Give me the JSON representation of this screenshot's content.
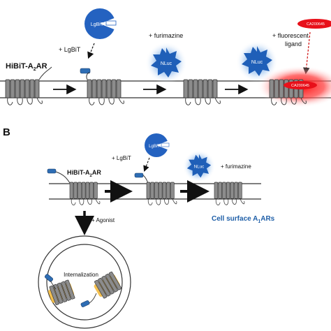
{
  "panel_a": {
    "hibit_label_main": "HiBiT-A",
    "hibit_label_sub": "2",
    "hibit_label_end": "AR",
    "lgbit_step": "+ LgBiT",
    "lgbit_label": "LgBiT",
    "furimazine_step": "+ furimazine",
    "nluc_label": "NLuc",
    "nluc_label_2": "NLuc",
    "fluor_step_line1": "+ fluorescent",
    "fluor_step_line2": "ligand",
    "ligand_tag": "CA200645",
    "ligand_tag_bound": "CA200645"
  },
  "panel_b": {
    "panel_letter": "B",
    "hibit_label_main": "HiBiT-A",
    "hibit_label_sub": "2",
    "hibit_label_end": "AR",
    "lgbit_step": "+ LgBiT",
    "lgbit_label": "LgBiT",
    "nluc_label": "NLuc",
    "furimazine_step": "+ furimazine",
    "surface_main": "Cell surface A",
    "surface_sub": "1",
    "surface_end": "ARs",
    "agonist_step": "+ Agonist",
    "internalization_label": "Internalization"
  },
  "colors": {
    "receptor": "#8c8c8c",
    "hibit_tag": "#2e6db4",
    "lgbit": "#2462c0",
    "nluc_core": "#1f5fb8",
    "nluc_glow": "#9fc4ef",
    "fluor_glow": "#ff2020",
    "internalized_highlight": "#f2b632",
    "accent_text": "#1f5fa8"
  }
}
